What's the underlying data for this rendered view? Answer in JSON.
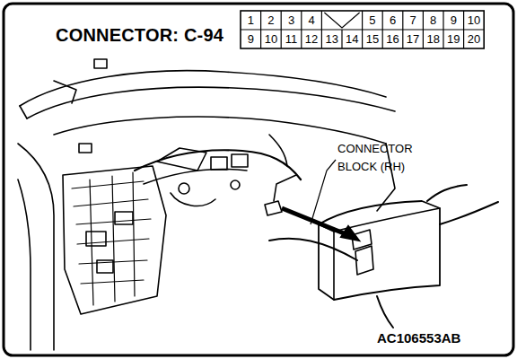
{
  "diagram": {
    "title": "CONNECTOR: C-94",
    "labels": [
      "1",
      "2",
      "3",
      "4",
      "5",
      "6",
      "7",
      "8",
      "9",
      "10",
      "9",
      "10",
      "11",
      "12",
      "13",
      "14",
      "15",
      "16",
      "17",
      "18",
      "19",
      "20",
      "CONNECTOR BLOCK (RH)",
      "AC106553AB"
    ]
  }
}
